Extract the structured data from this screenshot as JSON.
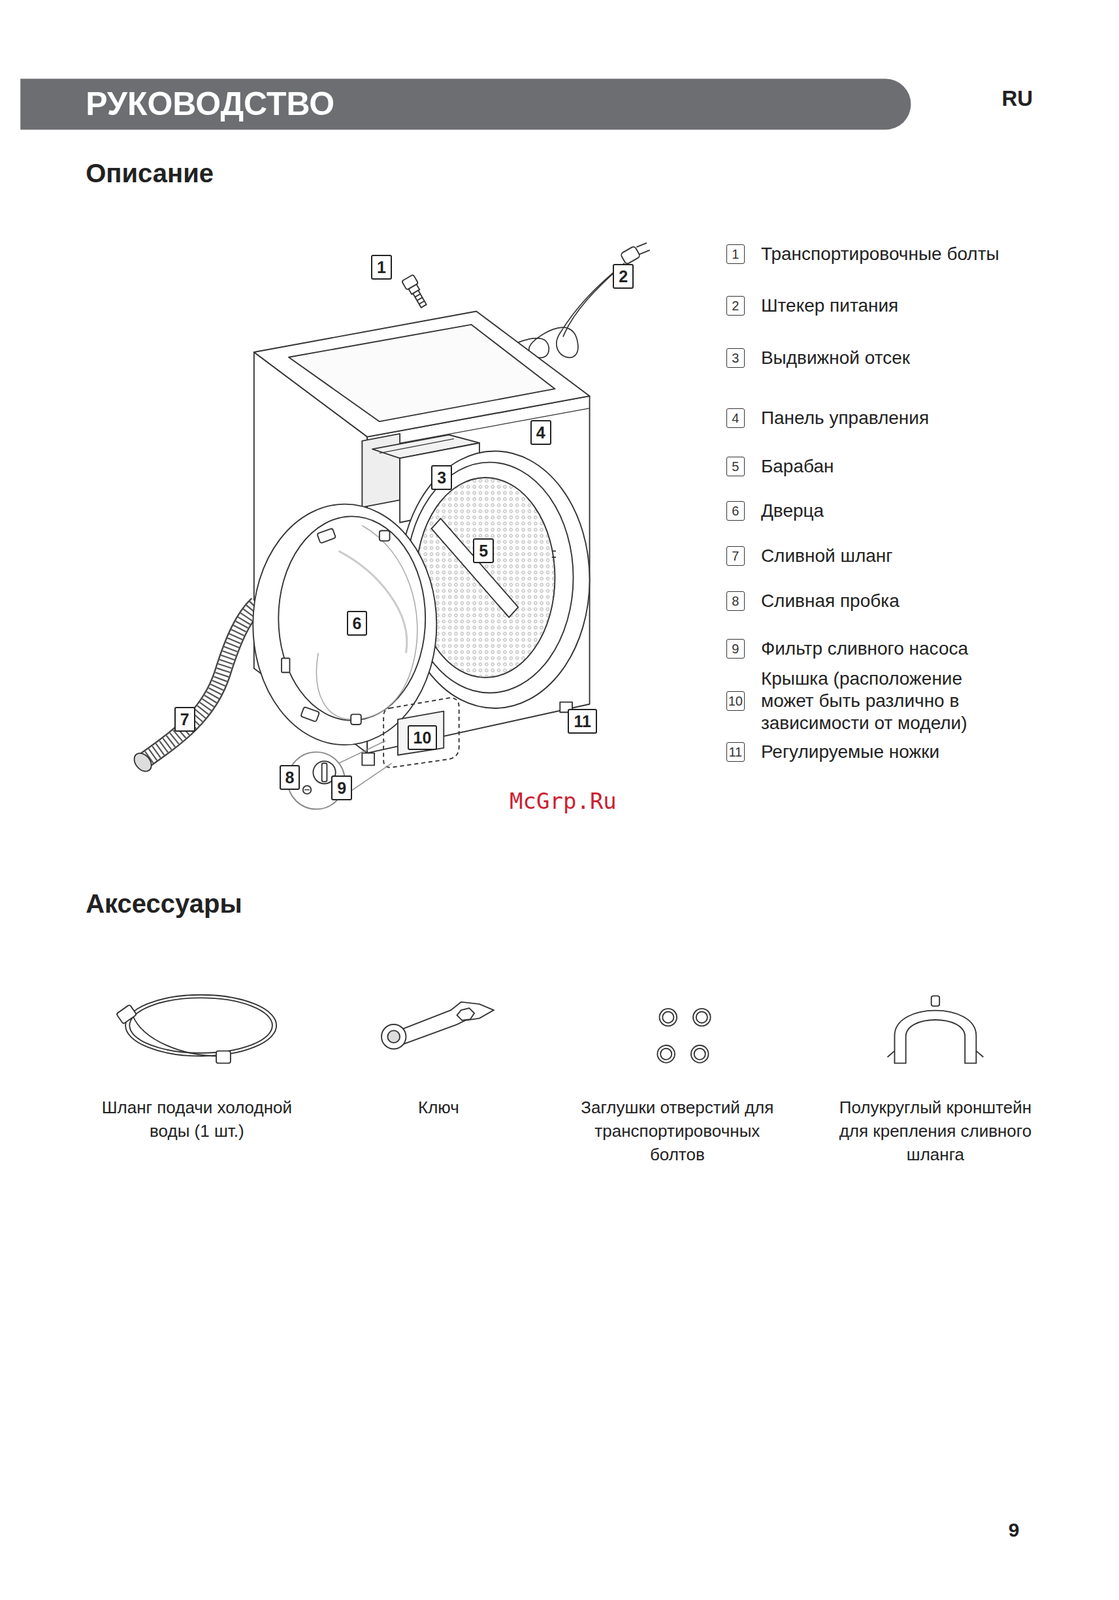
{
  "diagram": {
    "title": "РУКОВОДСТВО",
    "labels": [
      "RU",
      "Описание",
      "1",
      "2",
      "3",
      "4",
      "5",
      "6",
      "7",
      "8",
      "9",
      "10",
      "11",
      "1",
      "Транспортировочные болты",
      "2",
      "Штекер питания",
      "3",
      "Выдвижной отсек",
      "4",
      "Панель управления",
      "5",
      "Барабан",
      "6",
      "Дверца",
      "7",
      "Сливной шланг",
      "8",
      "Сливная пробка",
      "9",
      "Фильтр сливного насоса",
      "10",
      "Крышка (расположение может быть различно в зависимости от модели)",
      "11",
      "Регулируемые ножки",
      "McGrp.Ru",
      "Аксессуары",
      "Шланг подачи холодной воды (1 шт.)",
      "Ключ",
      "Заглушки отверстий для транспортировочных болтов",
      "Полукруглый кронштейн для крепления сливного шланга",
      "9"
    ]
  }
}
